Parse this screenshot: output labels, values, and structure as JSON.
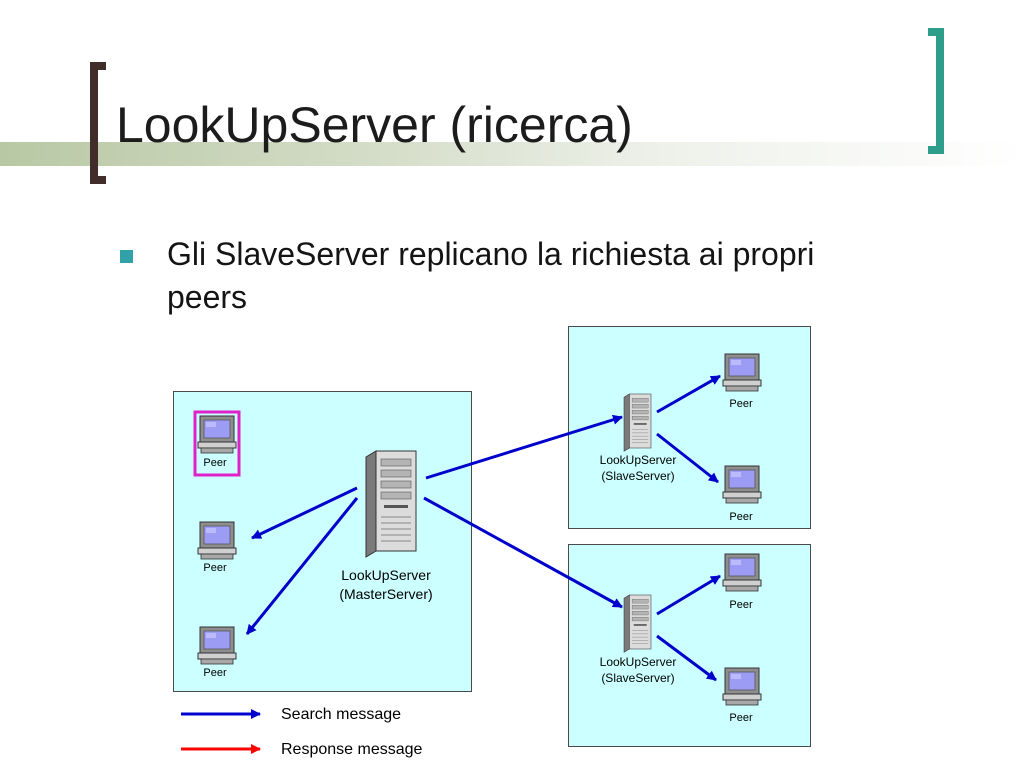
{
  "slide": {
    "title": "LookUpServer (ricerca)",
    "bullet": "Gli SlaveServer replicano la richiesta ai propri peers"
  },
  "diagram": {
    "master": {
      "line1": "LookUpServer",
      "line2": "(MasterServer)"
    },
    "master_peers": [
      "Peer",
      "Peer",
      "Peer"
    ],
    "slave_top": {
      "line1": "LookUpServer",
      "line2": "(SlaveServer)",
      "peers": [
        "Peer",
        "Peer"
      ]
    },
    "slave_bottom": {
      "line1": "LookUpServer",
      "line2": "(SlaveServer)",
      "peers": [
        "Peer",
        "Peer"
      ]
    }
  },
  "legend": {
    "search": "Search message",
    "response": "Response message"
  },
  "colors": {
    "panel_bg": "#ccffff",
    "search_arrow": "#0000cc",
    "response_arrow": "#ff0000",
    "highlight": "#e020c8",
    "bullet": "#31a3a8",
    "bracket_left": "#412e2a",
    "bracket_right": "#2e9e8a"
  }
}
